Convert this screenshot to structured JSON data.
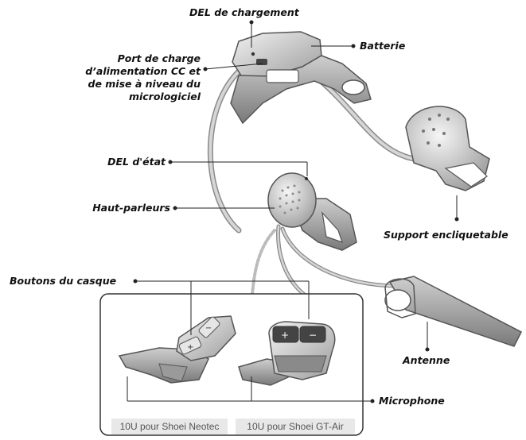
{
  "labels": {
    "charging_led": "DEL de chargement",
    "battery": "Batterie",
    "dc_port": [
      "Port de charge",
      "d’alimentation CC et",
      "de mise à niveau du",
      "micrologiciel"
    ],
    "status_led": "DEL d'état",
    "speakers": "Haut-parleurs",
    "clamp_mount": "Support encliquetable",
    "helmet_buttons": "Boutons du casque",
    "antenna": "Antenne",
    "microphone": "Microphone"
  },
  "captions": {
    "neotec": "10U pour Shoei Neotec",
    "gt_air": "10U pour Shoei GT-Air"
  },
  "icons": [
    "plus-icon",
    "minus-icon",
    "led-dot-icon"
  ],
  "colors": {
    "device_light": "#d8d8d8",
    "device_mid": "#a9a9a9",
    "device_dark": "#6e6e6e",
    "line": "#222222",
    "caption_bg": "#e8e8e8"
  }
}
